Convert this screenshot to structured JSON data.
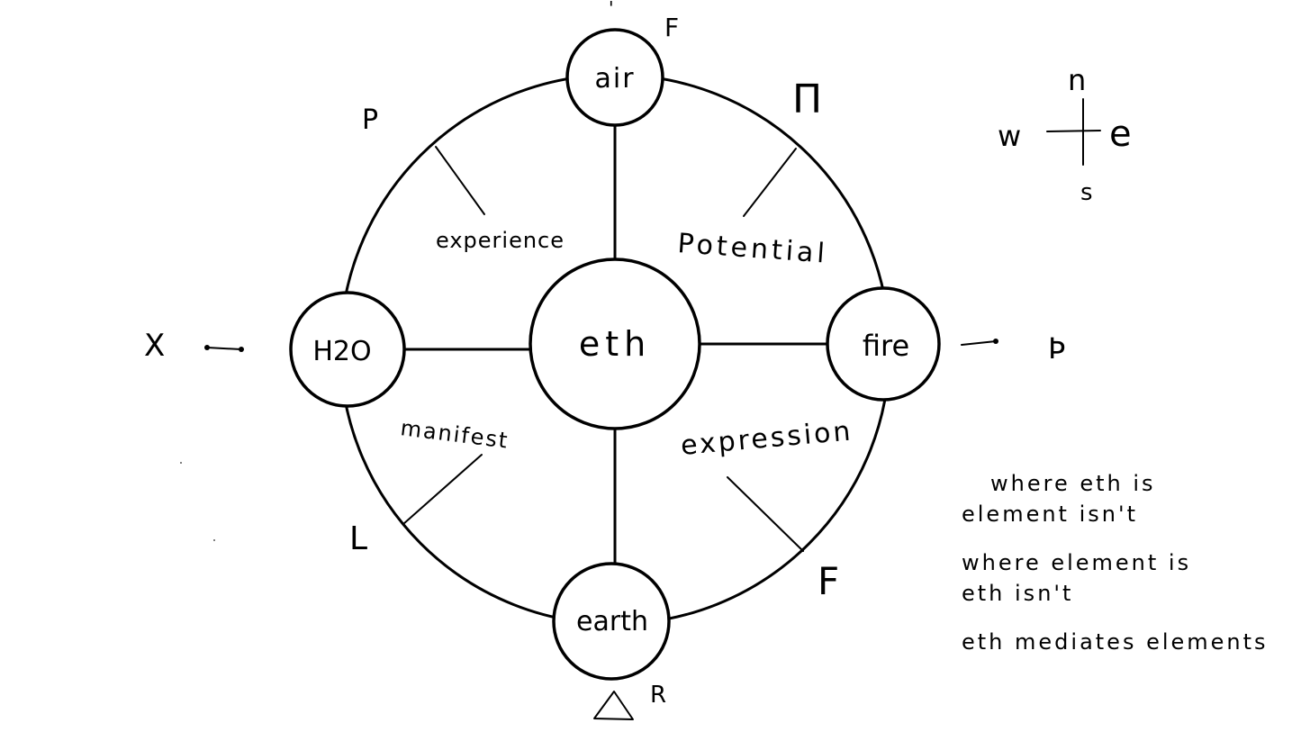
{
  "nodes": {
    "center": "eth",
    "north": "air",
    "west": "H2O",
    "east": "fire",
    "south": "earth"
  },
  "quadrant_labels": {
    "nw": "experience",
    "ne": "Potential",
    "sw": "manifest",
    "se": "expression"
  },
  "outer_marks": {
    "top_tick": "'",
    "top_right_of_air": "F",
    "nw": "P",
    "ne": "Π",
    "west": "X",
    "east": "Þ",
    "sw": "L",
    "se": "F",
    "south": "R"
  },
  "compass": {
    "north": "n",
    "west": "w",
    "east": "e",
    "south": "s"
  },
  "notes": [
    "where eth is",
    "element isn't",
    "where element is",
    "eth isn't",
    "eth mediates elements"
  ]
}
